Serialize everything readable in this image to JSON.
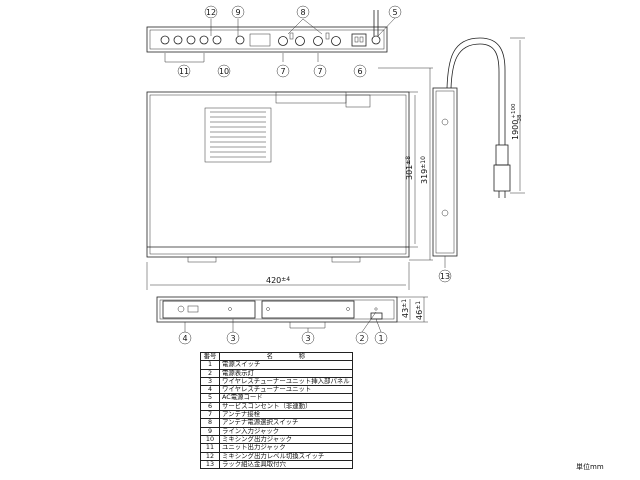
{
  "dimensions": {
    "width": "420",
    "width_tol": "±4",
    "depth_inner": "301",
    "depth_inner_tol": "±8",
    "depth_outer": "319",
    "depth_outer_tol": "±10",
    "height_inner": "43",
    "height_inner_tol": "±1",
    "height_outer": "46",
    "height_outer_tol": "±1",
    "cord_length": "1900",
    "cord_tol_plus": "+100",
    "cord_tol_minus": "-38"
  },
  "callouts": [
    "1",
    "2",
    "3",
    "4",
    "5",
    "6",
    "7",
    "8",
    "9",
    "10",
    "11",
    "12",
    "13"
  ],
  "table": {
    "col_no": "番号",
    "col_name": "名　　　　称",
    "rows": [
      {
        "no": "1",
        "name": "電源スイッチ"
      },
      {
        "no": "2",
        "name": "電源表示灯"
      },
      {
        "no": "3",
        "name": "ワイヤレスチューナーユニット挿入部パネル"
      },
      {
        "no": "4",
        "name": "ワイヤレスチューナーユニット"
      },
      {
        "no": "5",
        "name": "AC電源コード"
      },
      {
        "no": "6",
        "name": "サービスコンセント（非連動）"
      },
      {
        "no": "7",
        "name": "アンテナ接栓"
      },
      {
        "no": "8",
        "name": "アンテナ電源選択スイッチ"
      },
      {
        "no": "9",
        "name": "ライン入力ジャック"
      },
      {
        "no": "10",
        "name": "ミキシング出力ジャック"
      },
      {
        "no": "11",
        "name": "ユニット出力ジャック"
      },
      {
        "no": "12",
        "name": "ミキシング出力レベル切換スイッチ"
      },
      {
        "no": "13",
        "name": "ラック組込金具取付穴"
      }
    ]
  },
  "unit_label": "単位mm",
  "colors": {
    "line": "#222222",
    "background": "#ffffff",
    "panel": "#eeeeee"
  }
}
